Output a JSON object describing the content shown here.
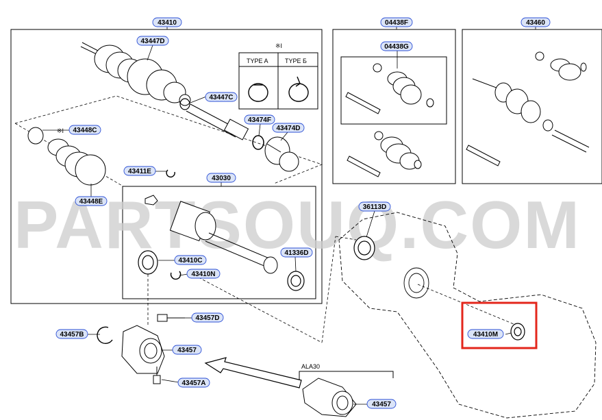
{
  "watermark": "PARTSOUQ.COM",
  "accent_color": "#e3261b",
  "callout_fill": "#dbe4f7",
  "callout_stroke": "#2b4fd6",
  "labels": {
    "l43410": "43410",
    "l44438F": "04438F",
    "l43460": "43460",
    "l43447D": "43447D",
    "l44438G": "04438G",
    "l43447C": "43447C",
    "l43448C": "43448C",
    "l43474F": "43474F",
    "l43474D": "43474D",
    "l43411E": "43411E",
    "l43030": "43030",
    "l43448E": "43448E",
    "l36113D": "36113D",
    "l43410C": "43410C",
    "l41336D": "41336D",
    "l43410N": "43410N",
    "l43457D": "43457D",
    "l43457B": "43457B",
    "l43457": "43457",
    "l43457A": "43457A",
    "l43410M": "43410M",
    "l43457b": "43457"
  },
  "text": {
    "note_mark": "※I",
    "type_a": "TYPE A",
    "type_b": "TYPE Б",
    "note_48c": "※I",
    "ala": "ALA30"
  }
}
